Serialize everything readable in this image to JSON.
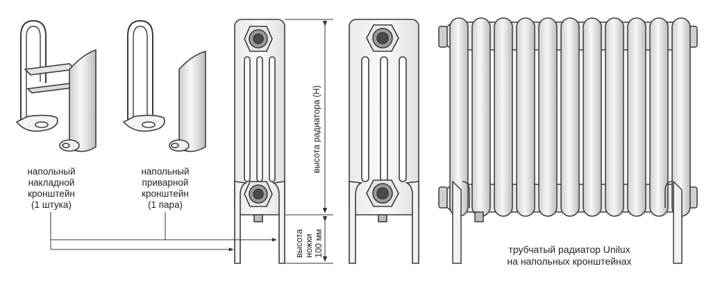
{
  "labels": {
    "floor_overlay_bracket": [
      "напольный",
      "накладной",
      "кронштейн",
      "(1 штука)"
    ],
    "floor_welded_bracket": [
      "напольный",
      "приварной",
      "кронштейн",
      "(1 пара)"
    ],
    "radiator_height": "высота радиатора  (H)",
    "leg_height": [
      "высота",
      "ножки",
      "100 мм"
    ],
    "caption": [
      "трубчатый радиатор Unilux",
      "на напольных кронштейнах"
    ]
  },
  "colors": {
    "stroke": "#3a3a3a",
    "fill_light": "#f2f2f2",
    "fill_mid": "#d9d9d9",
    "fill_dark": "#9a9a9a"
  },
  "icons": {
    "valve": "hex-nut-with-port",
    "bracket": "u-loop-floor-stand"
  }
}
